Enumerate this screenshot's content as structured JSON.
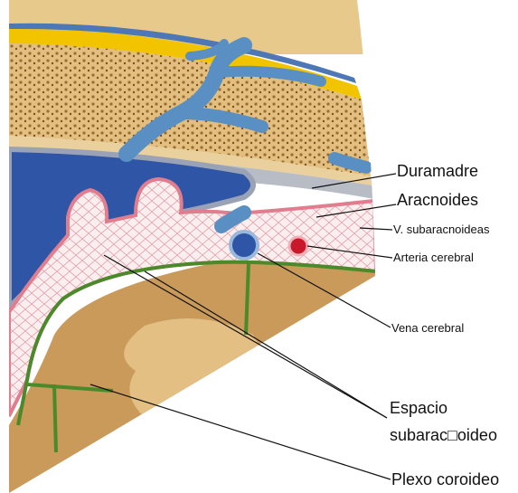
{
  "colors": {
    "skull_outer_yellow": "#f2c400",
    "skull_bone": "#e8c98c",
    "dura_gray": "#b8bcc4",
    "sinus_blue": "#2f55a6",
    "vein_blue": "#5a8fc4",
    "arachnoid_pink": "#e07d8e",
    "brain_tan": "#c99a5a",
    "pia_green": "#4b8a2a",
    "artery_red": "#c8182a"
  },
  "labels": {
    "duramadre": "Duramadre",
    "aracnoides": "Aracnoides",
    "v_subaracnoideas": "V. subaracnoideas",
    "arteria_cerebral": "Arteria cerebral",
    "vena_cerebral": "Vena cerebral",
    "espacio_line1": "Espacio",
    "espacio_line2": "subarac□oideo",
    "plexo_coroideo": "Plexo coroideo"
  }
}
